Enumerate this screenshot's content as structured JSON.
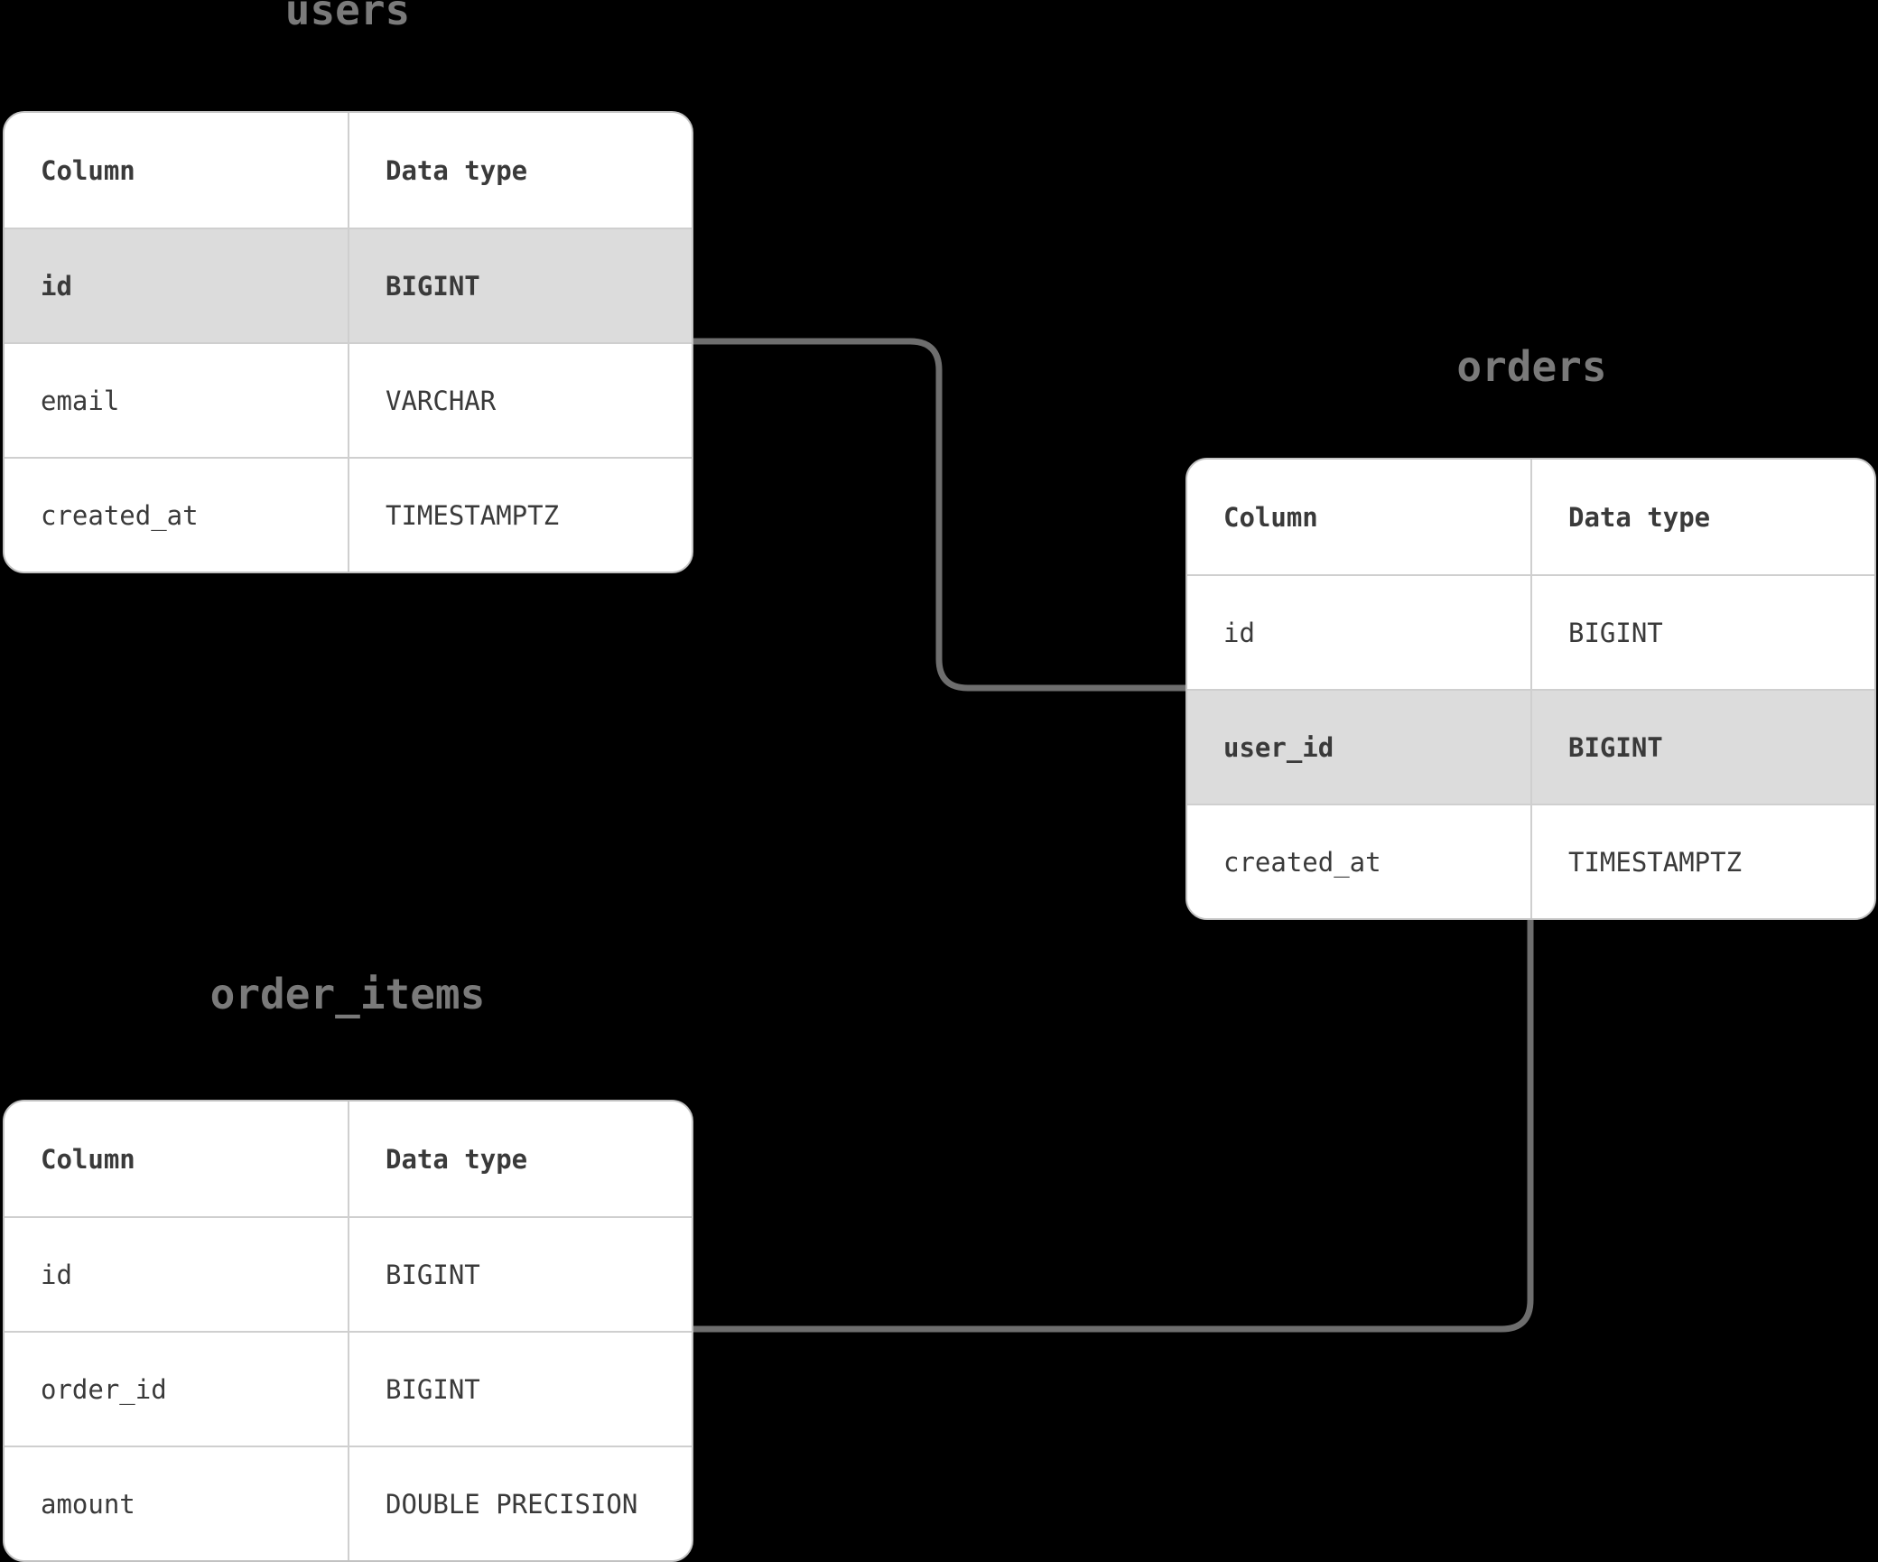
{
  "colors": {
    "background": "#000000",
    "card_background": "#ffffff",
    "card_border": "#c2c2c2",
    "row_divider": "#cfcfcf",
    "highlight_row": "#dcdcdc",
    "cell_text": "#3a3a3a",
    "title_text": "#7a7a7a",
    "connector": "#6e6e6e"
  },
  "diagram": {
    "tables": [
      {
        "id": "users",
        "title": "users",
        "headers": {
          "column": "Column",
          "data_type": "Data type"
        },
        "rows": [
          {
            "column": "id",
            "data_type": "BIGINT",
            "highlighted": true
          },
          {
            "column": "email",
            "data_type": "VARCHAR",
            "highlighted": false
          },
          {
            "column": "created_at",
            "data_type": "TIMESTAMPTZ",
            "highlighted": false
          }
        ]
      },
      {
        "id": "orders",
        "title": "orders",
        "headers": {
          "column": "Column",
          "data_type": "Data type"
        },
        "rows": [
          {
            "column": "id",
            "data_type": "BIGINT",
            "highlighted": false
          },
          {
            "column": "user_id",
            "data_type": "BIGINT",
            "highlighted": true
          },
          {
            "column": "created_at",
            "data_type": "TIMESTAMPTZ",
            "highlighted": false
          }
        ]
      },
      {
        "id": "order_items",
        "title": "order_items",
        "headers": {
          "column": "Column",
          "data_type": "Data type"
        },
        "rows": [
          {
            "column": "id",
            "data_type": "BIGINT",
            "highlighted": false
          },
          {
            "column": "order_id",
            "data_type": "BIGINT",
            "highlighted": false
          },
          {
            "column": "amount",
            "data_type": "DOUBLE PRECISION",
            "highlighted": false
          }
        ]
      }
    ],
    "relationships": [
      {
        "from": "users.id",
        "to": "orders.user_id"
      },
      {
        "from": "orders",
        "to": "order_items.id"
      }
    ]
  }
}
